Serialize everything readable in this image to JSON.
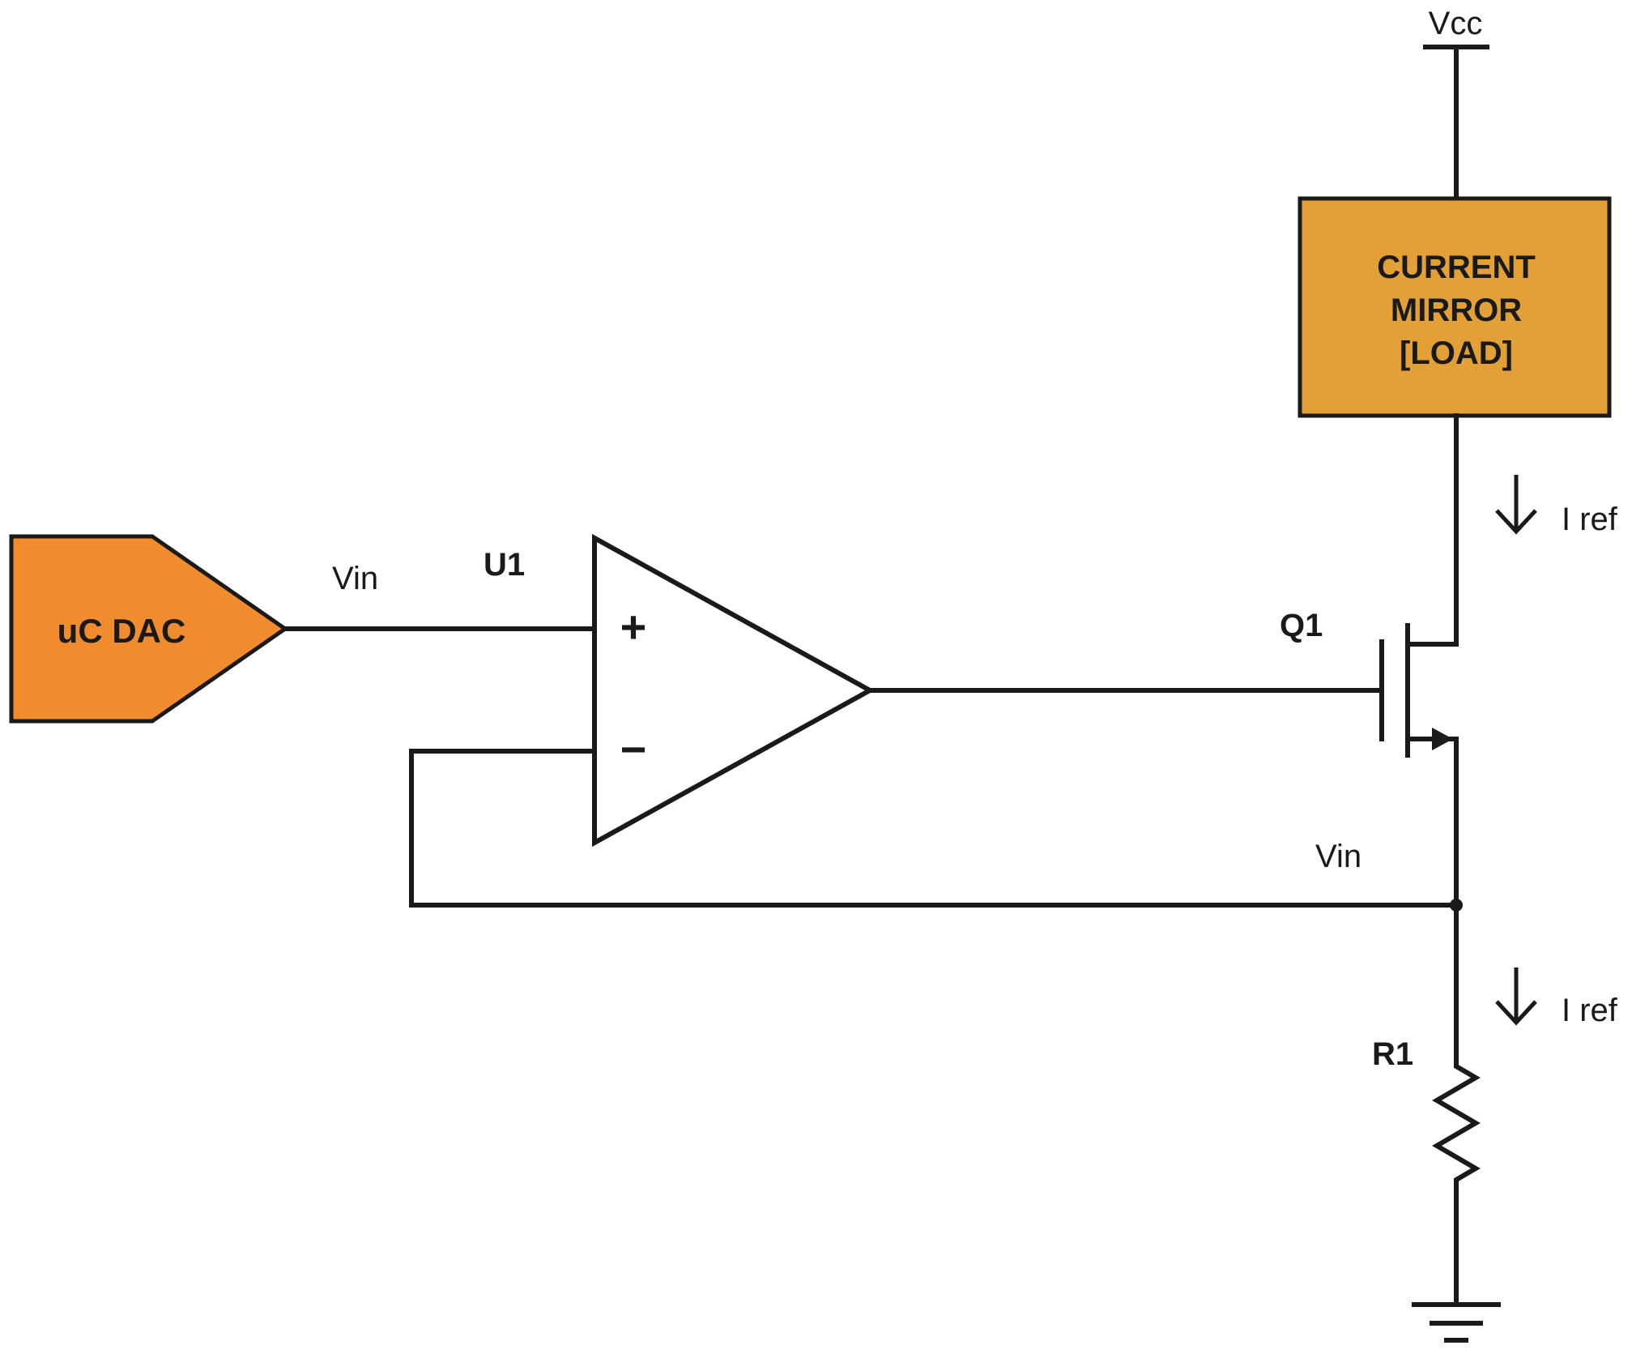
{
  "labels": {
    "vcc": "Vcc",
    "vin_top": "Vin",
    "u1": "U1",
    "plus": "+",
    "minus": "−",
    "q1": "Q1",
    "iref_top": "I ref",
    "vin_bottom": "Vin",
    "iref_bottom": "I ref",
    "r1": "R1"
  },
  "blocks": {
    "dac": {
      "label": "uC DAC"
    },
    "mirror": {
      "lines": [
        "CURRENT",
        "MIRROR",
        "[LOAD]"
      ]
    }
  },
  "colors": {
    "dac_fill": "#f08c2e",
    "mirror_fill": "#e3a036",
    "wire": "#1a1a1a"
  }
}
